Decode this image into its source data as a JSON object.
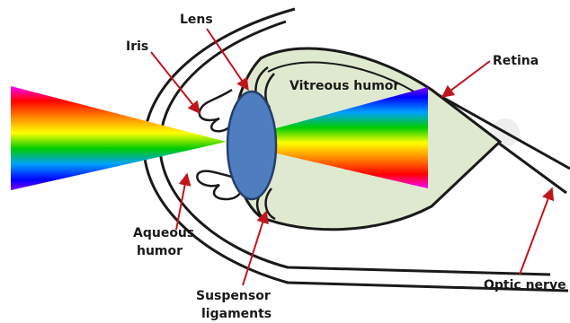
{
  "labels": {
    "lens": "Lens",
    "iris": "Iris",
    "vitreous_humor": "Vitreous humor",
    "retina": "Retina",
    "aqueous_humor_line1": "Aqueous",
    "aqueous_humor_line2": "humor",
    "suspensor_line1": "Suspensor",
    "suspensor_line2": "ligaments",
    "optic_nerve": "Optic nerve"
  },
  "colors": {
    "vitreous_fill": "#dfe9cf",
    "lens_fill": "#4f7ec0",
    "lens_stroke": "#263f6a",
    "arrow": "#c0161b",
    "outline": "#1a1a1a",
    "spectrum": [
      "#ff00ff",
      "#ff0000",
      "#ff8800",
      "#ffff00",
      "#00cc00",
      "#00a0ff",
      "#0000ff",
      "#8000ff"
    ]
  }
}
